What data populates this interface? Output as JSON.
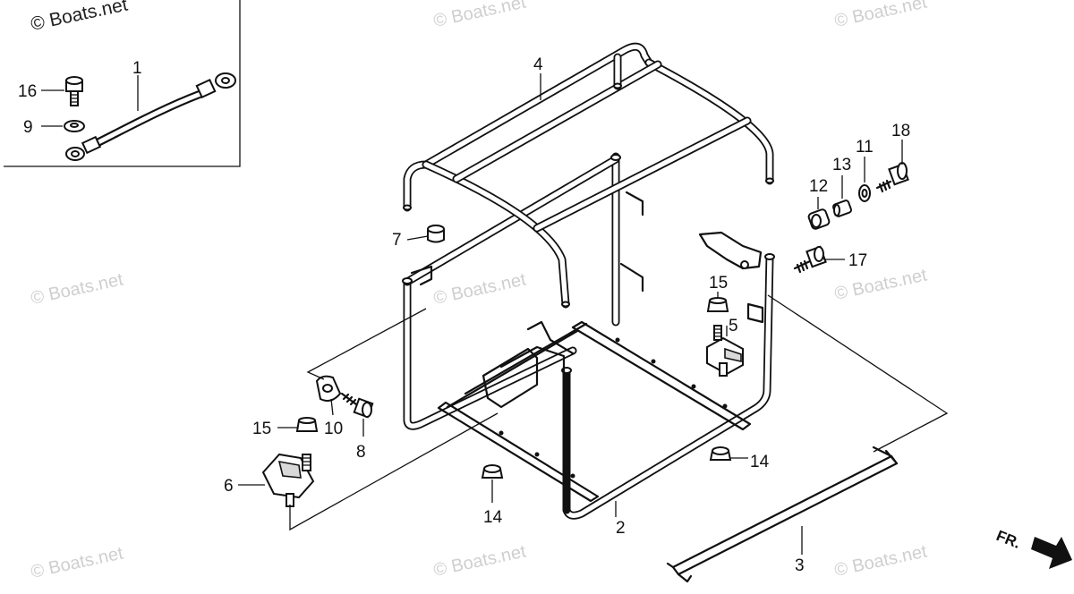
{
  "watermarks": {
    "top_left": "© Boats.net",
    "repeat": "© Boats.net"
  },
  "direction_label": "FR.",
  "callouts": [
    {
      "id": "c1",
      "text": "1"
    },
    {
      "id": "c2",
      "text": "2"
    },
    {
      "id": "c3",
      "text": "3"
    },
    {
      "id": "c4",
      "text": "4"
    },
    {
      "id": "c5",
      "text": "5"
    },
    {
      "id": "c6",
      "text": "6"
    },
    {
      "id": "c7",
      "text": "7"
    },
    {
      "id": "c8",
      "text": "8"
    },
    {
      "id": "c9",
      "text": "9"
    },
    {
      "id": "c10",
      "text": "10"
    },
    {
      "id": "c11",
      "text": "11"
    },
    {
      "id": "c12",
      "text": "12"
    },
    {
      "id": "c13",
      "text": "13"
    },
    {
      "id": "c14a",
      "text": "14"
    },
    {
      "id": "c14b",
      "text": "14"
    },
    {
      "id": "c15a",
      "text": "15"
    },
    {
      "id": "c15b",
      "text": "15"
    },
    {
      "id": "c16",
      "text": "16"
    },
    {
      "id": "c17",
      "text": "17"
    },
    {
      "id": "c18",
      "text": "18"
    }
  ]
}
